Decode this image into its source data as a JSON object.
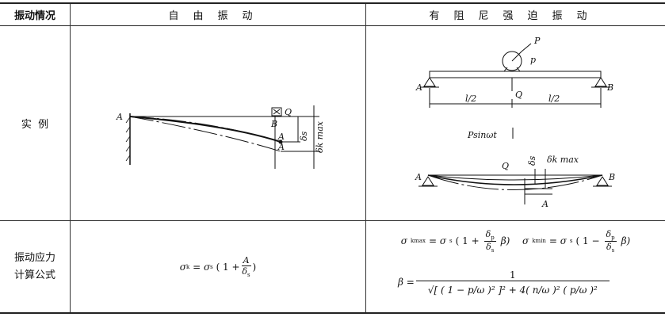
{
  "header": {
    "col1": "振动情况",
    "col2": "自由振动",
    "col3": "有阻尼强迫振动"
  },
  "rows": [
    {
      "label": "实  例",
      "free": {
        "labels": {
          "A": "A",
          "B": "B",
          "Q": "Q",
          "ds": "δs",
          "dkmax": "δk max",
          "A1": "A",
          "A2": "A"
        }
      },
      "forced": {
        "labels": {
          "P1": "P",
          "P2": "p",
          "A": "A",
          "B": "B",
          "Q": "Q",
          "half1": "l/2",
          "half2": "l/2",
          "force": "Psinωt",
          "Q2": "Q",
          "ds": "δs",
          "dkmax": "δk max",
          "A2": "A",
          "A3": "A",
          "B2": "B"
        }
      }
    },
    {
      "label_line1": "振动应力",
      "label_line2": "计算公式",
      "free_formula": {
        "lhs": "σ",
        "lhs_sub": "k",
        "eq": "= σ",
        "s": "s",
        "open": "( 1 +",
        "num": "A",
        "den": "δ",
        "den_sub": "s",
        "close": ")"
      },
      "forced_formula": {
        "max_lhs": "σ",
        "max_sub": "kmax",
        "min_lhs": "σ",
        "min_sub": "kmin",
        "eq": "= σ",
        "s": "s",
        "plus": "( 1 +",
        "minus": "( 1 −",
        "num": "δ",
        "num_sub": "p",
        "den": "δ",
        "den_sub": "s",
        "beta": "β)",
        "beta_lhs": "β =",
        "beta_num": "1",
        "beta_den": "√[ ( 1 − p/ω )² ]² + 4( n/ω )² ( p/ω )²"
      }
    }
  ]
}
